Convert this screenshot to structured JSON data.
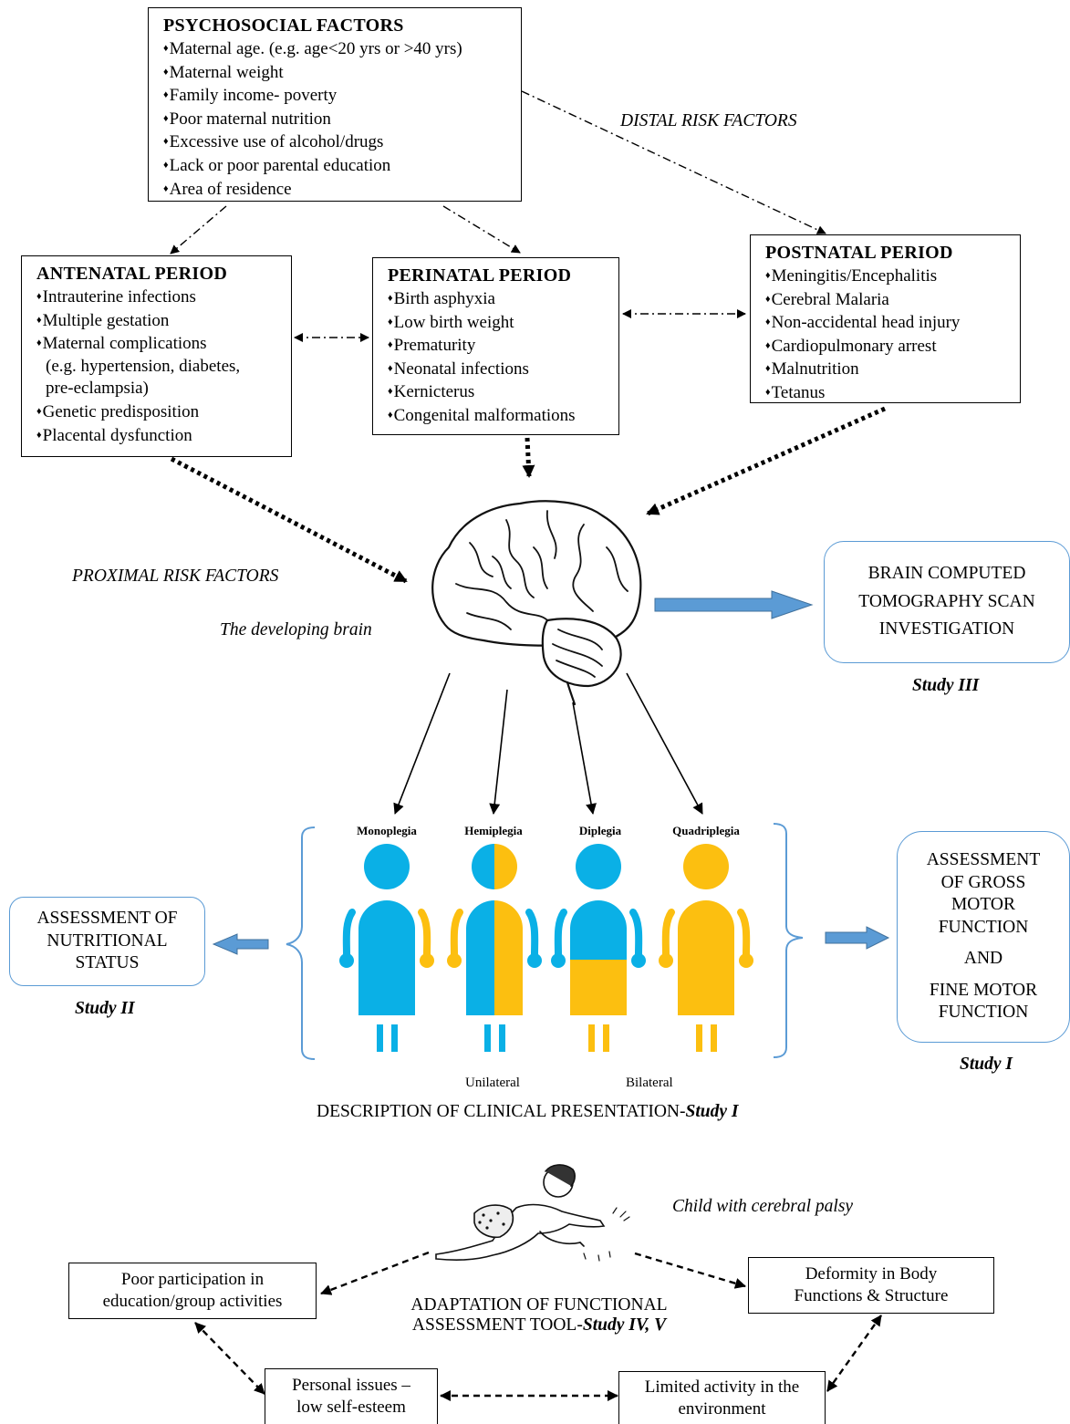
{
  "psychosocial": {
    "title": "PSYCHOSOCIAL FACTORS",
    "items": [
      "Maternal age. (e.g. age<20 yrs or >40 yrs)",
      "Maternal weight",
      "Family income- poverty",
      "Poor maternal nutrition",
      "Excessive use of alcohol/drugs",
      "Lack or poor parental education",
      "Area of residence"
    ]
  },
  "distal_label": "DISTAL RISK FACTORS",
  "antenatal": {
    "title": "ANTENATAL PERIOD",
    "items": [
      "Intrauterine infections",
      "Multiple gestation",
      "Maternal complications",
      "(e.g. hypertension, diabetes,",
      "pre-eclampsia)",
      "Genetic predisposition",
      "Placental dysfunction"
    ]
  },
  "perinatal": {
    "title": "PERINATAL PERIOD",
    "items": [
      "Birth asphyxia",
      "Low birth weight",
      "Prematurity",
      "Neonatal infections",
      "Kernicterus",
      "Congenital malformations"
    ]
  },
  "postnatal": {
    "title": "POSTNATAL PERIOD",
    "items": [
      "Meningitis/Encephalitis",
      "Cerebral Malaria",
      "Non-accidental head injury",
      "Cardiopulmonary arrest",
      "Malnutrition",
      "Tetanus"
    ]
  },
  "proximal_label": "PROXIMAL RISK FACTORS",
  "brain_label": "The developing brain",
  "ct_box": {
    "lines": [
      "BRAIN COMPUTED",
      "TOMOGRAPHY SCAN",
      "INVESTIGATION"
    ],
    "study": "Study III"
  },
  "palsy_types": [
    "Monoplegia",
    "Hemiplegia",
    "Diplegia",
    "Quadriplegia"
  ],
  "unilateral_label": "Unilateral",
  "bilateral_label": "Bilateral",
  "clinical_caption": {
    "text": "DESCRIPTION OF CLINICAL PRESENTATION-",
    "study": "Study I"
  },
  "nutrition_box": {
    "lines": [
      "ASSESSMENT OF",
      "NUTRITIONAL",
      "STATUS"
    ],
    "study": "Study II"
  },
  "motor_box": {
    "lines": [
      "ASSESSMENT",
      "OF GROSS",
      "MOTOR",
      "FUNCTION",
      "AND",
      "FINE MOTOR",
      "FUNCTION"
    ],
    "study": "Study I"
  },
  "child_label": "Child with cerebral palsy",
  "adaptation_caption": {
    "line1": "ADAPTATION OF FUNCTIONAL",
    "line2": "ASSESSMENT TOOL-",
    "study": "Study IV, V"
  },
  "outcomes": {
    "participation": [
      "Poor participation in",
      "education/group activities"
    ],
    "deformity": [
      "Deformity in Body",
      "Functions & Structure"
    ],
    "personal": [
      "Personal issues –",
      "low self-esteem"
    ],
    "activity": [
      "Limited activity in the",
      "environment"
    ]
  },
  "colors": {
    "blue": "#0ab0e6",
    "yellow": "#fcbf10",
    "box_blue": "#5b9bd5"
  }
}
